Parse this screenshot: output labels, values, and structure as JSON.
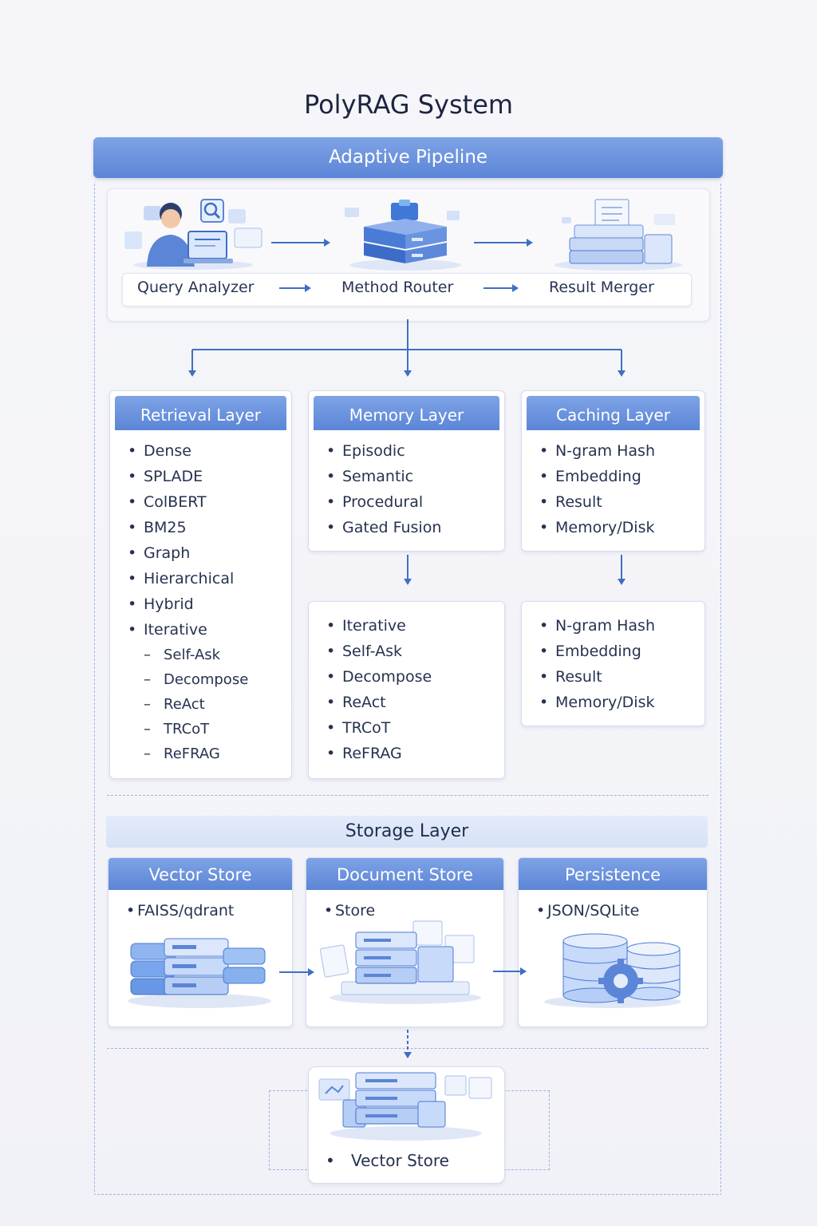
{
  "title": "PolyRAG System",
  "pipeline": {
    "header": "Adaptive Pipeline",
    "steps": [
      "Query Analyzer",
      "Method Router",
      "Result Merger"
    ]
  },
  "layers": {
    "retrieval": {
      "title": "Retrieval Layer",
      "items": [
        "Dense",
        "SPLADE",
        "ColBERT",
        "BM25",
        "Graph",
        "Hierarchical",
        "Hybrid",
        "Iterative"
      ],
      "sub_items": [
        "Self-Ask",
        "Decompose",
        "ReAct",
        "TRCoT",
        "ReFRAG"
      ]
    },
    "memory": {
      "title": "Memory Layer",
      "items": [
        "Episodic",
        "Semantic",
        "Procedural",
        "Gated Fusion"
      ],
      "lower_items": [
        "Iterative",
        "Self-Ask",
        "Decompose",
        "ReAct",
        "TRCoT",
        "ReFRAG"
      ]
    },
    "caching": {
      "title": "Caching Layer",
      "items": [
        "N-gram Hash",
        "Embedding",
        "Result",
        "Memory/Disk"
      ],
      "lower_items": [
        "N-gram Hash",
        "Embedding",
        "Result",
        "Memory/Disk"
      ]
    }
  },
  "storage": {
    "header": "Storage Layer",
    "vector_store": {
      "title": "Vector Store",
      "item": "FAISS/qdrant"
    },
    "document_store": {
      "title": "Document Store",
      "item": "Store"
    },
    "persistence": {
      "title": "Persistence",
      "item": "JSON/SQLite"
    },
    "bottom": {
      "item": "Vector Store"
    }
  },
  "colors": {
    "accent": "#5b85d6",
    "accent_light": "#7ea3e6",
    "line": "#3f6fc4",
    "dash": "#9cb4e0"
  },
  "icons": [
    "user-at-laptop-icon",
    "router-server-icon",
    "merger-server-icon",
    "vector-db-icon",
    "document-db-icon",
    "database-gear-icon",
    "server-stack-icon"
  ]
}
